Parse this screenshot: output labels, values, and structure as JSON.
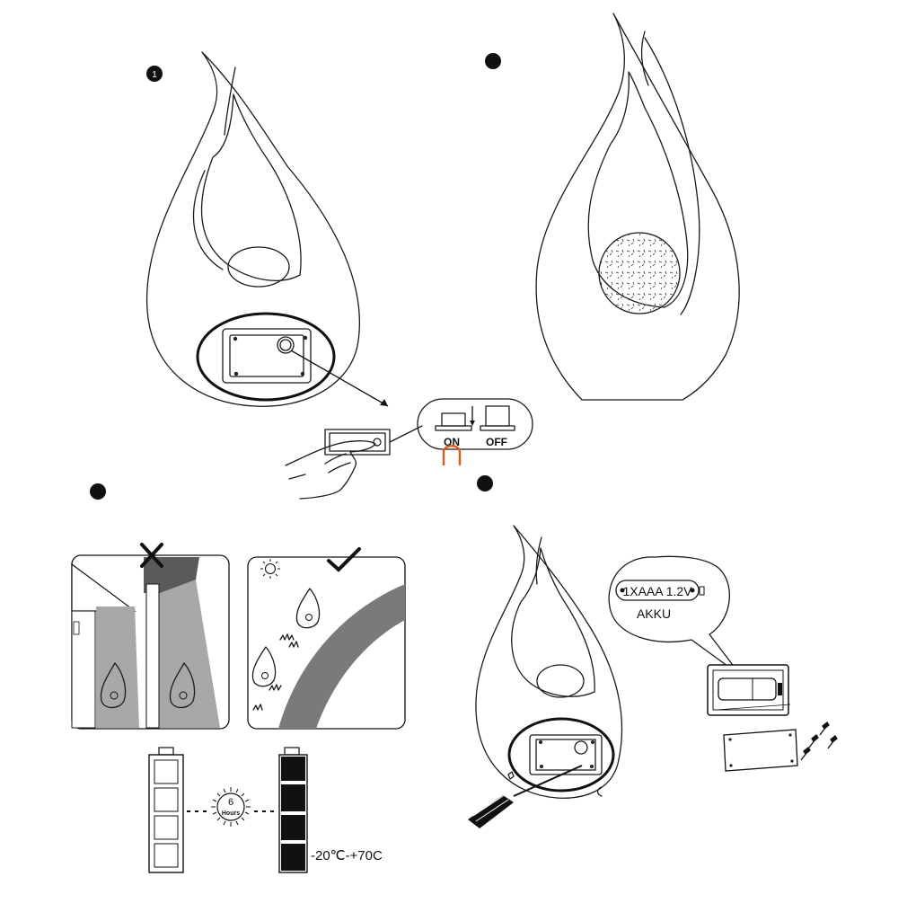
{
  "steps": [
    {
      "marker": "1"
    },
    {
      "marker": ""
    },
    {
      "marker": ""
    },
    {
      "marker": ""
    }
  ],
  "switch": {
    "on_label": "ON",
    "off_label": "OFF"
  },
  "charging": {
    "hours_value": "6",
    "hours_unit": "Hours",
    "temperature_range": "-20℃-+70C"
  },
  "battery": {
    "type_label": "1XAAA 1.2V",
    "kind_label": "AKKU"
  },
  "colors": {
    "outline": "#1a1a1a",
    "accent": "#e05a1a",
    "shade_dark": "#5a5a5a",
    "shade_light": "#a8a8a8",
    "shade_mid": "#7a7a7a"
  }
}
